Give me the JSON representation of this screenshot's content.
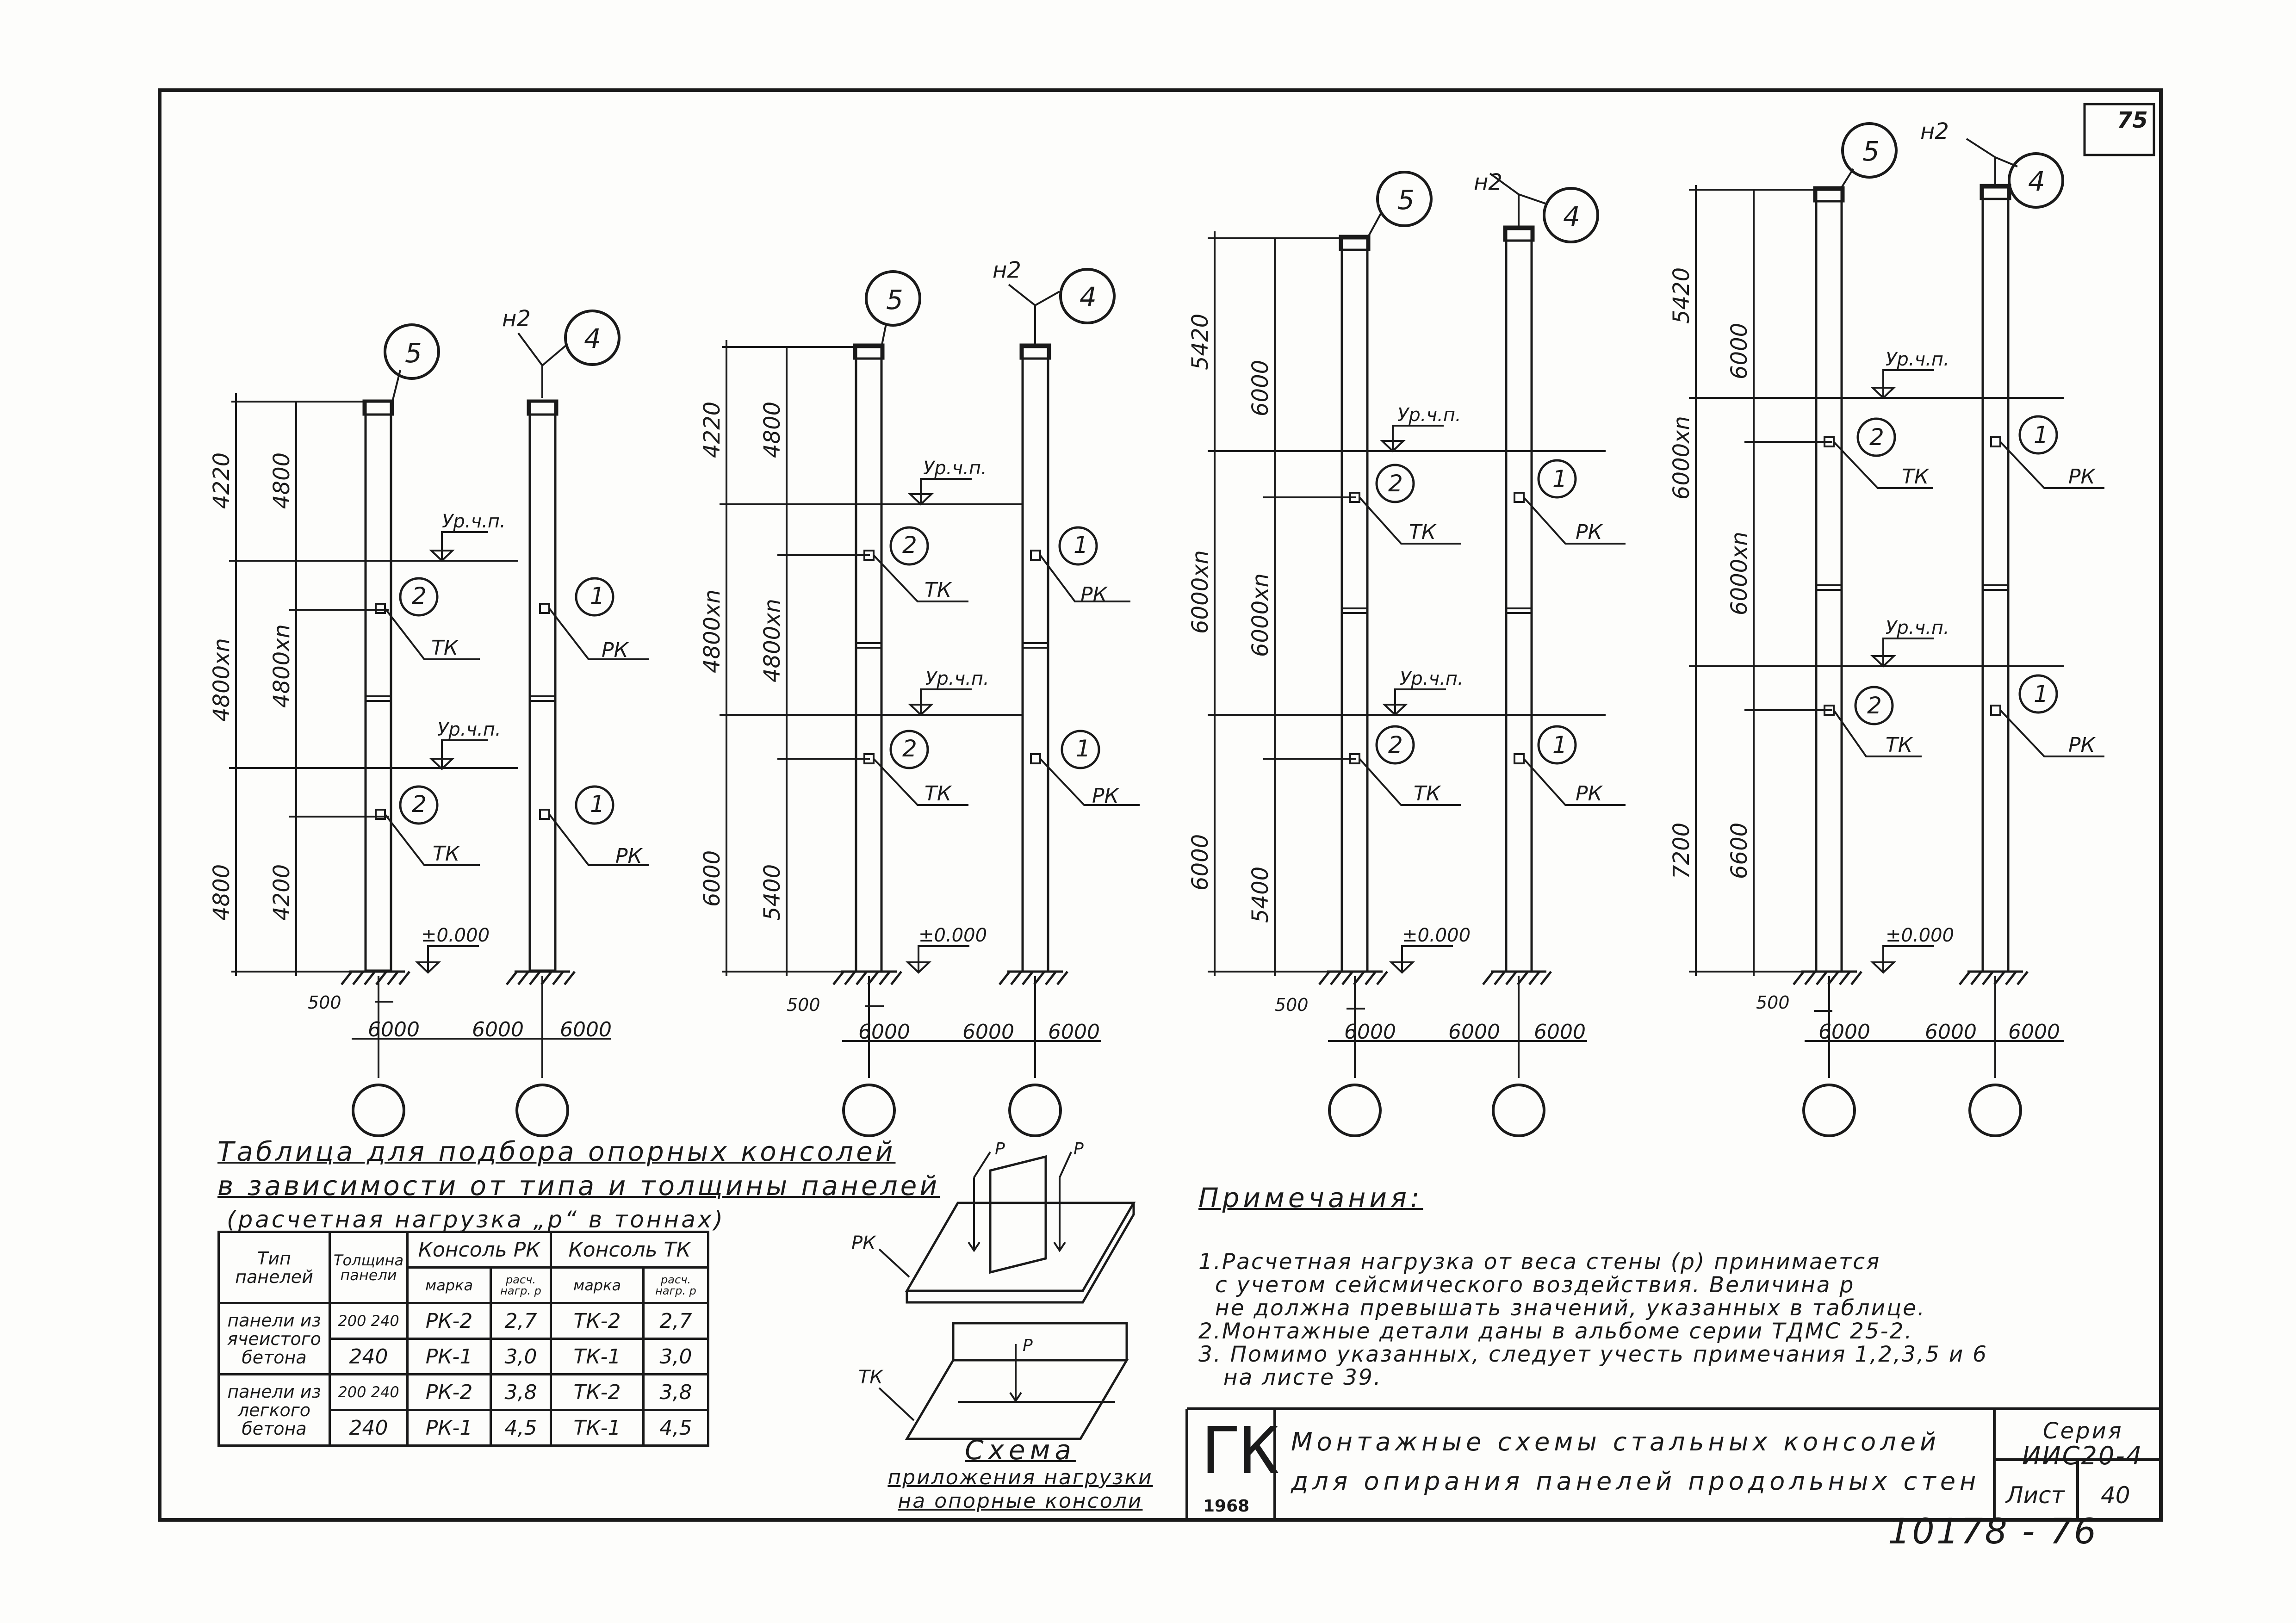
{
  "page_number": "75",
  "archive_number": "10178 - 76",
  "labels": {
    "column_tag": "5",
    "column_tag2": "4",
    "h2": "н2",
    "tk": "ТК",
    "rk": "РК",
    "m1": "1",
    "m2": "2",
    "level": "Ур.ч.п.",
    "zero": "±0.000",
    "dim500": "500",
    "dim6000": "6000"
  },
  "dims": {
    "d4220": "4220",
    "d4800": "4800",
    "d4800n": "4800хn",
    "d4200": "4200",
    "d6000": "6000",
    "d5400": "5400",
    "d5420": "5420",
    "d6000n": "6000хn",
    "d6600": "6600",
    "d7200": "7200"
  },
  "table": {
    "title_line1": "Таблица для подбора опорных консолей",
    "title_line2": "в зависимости от типа и толщины панелей",
    "title_line3": "(расчетная нагрузка „р“ в тоннах)",
    "h_type": "Тип панелей",
    "h_thick": "Толщина панели",
    "h_rk": "Консоль РК",
    "h_tk": "Консоль ТК",
    "h_mark": "марка",
    "h_load": "расч. нагр. р",
    "g1_type": "панели из ячеистого бетона",
    "g2_type": "панели из легкого бетона",
    "r1": {
      "thick": "200 240",
      "rk": "РК-2",
      "p1": "2,7",
      "tk": "ТК-2",
      "p2": "2,7"
    },
    "r2": {
      "thick": "240",
      "rk": "РК-1",
      "p1": "3,0",
      "tk": "ТК-1",
      "p2": "3,0"
    },
    "r3": {
      "thick": "200 240",
      "rk": "РК-2",
      "p1": "3,8",
      "tk": "ТК-2",
      "p2": "3,8"
    },
    "r4": {
      "thick": "240",
      "rk": "РК-1",
      "p1": "4,5",
      "tk": "ТК-1",
      "p2": "4,5"
    }
  },
  "schema": {
    "p": "Р",
    "rk": "РК",
    "tk": "ТК",
    "cap1": "Схема",
    "cap2": "приложения нагрузки",
    "cap3": "на опорные консоли"
  },
  "notes": {
    "heading": "Примечания:",
    "n1": "1.Расчетная нагрузка от веса стены (р) принимается\n  с учетом сейсмического воздействия. Величина р\n  не должна превышать значений, указанных в таблице.",
    "n2": "2.Монтажные детали даны в альбоме серии ТДМС 25-2.",
    "n3": "3. Помимо указанных, следует учесть примечания 1,2,3,5 и 6\n   на листе 39."
  },
  "title_block": {
    "code": "ГК",
    "year": "1968",
    "title_line1": "Монтажные схемы стальных консолей",
    "title_line2": "для опирания панелей продольных стен",
    "series_label": "Серия",
    "series": "ИИС20-4",
    "sheet_label": "Лист",
    "sheet": "40"
  }
}
